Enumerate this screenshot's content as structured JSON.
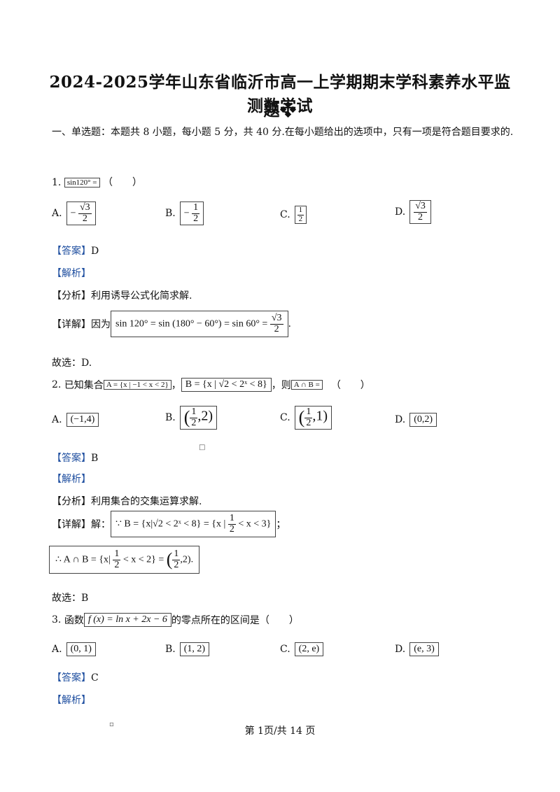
{
  "title": {
    "line1": "2024-2025学年山东省临沂市高一上学期期末学科素养水平监测数学试",
    "line2": "题❖"
  },
  "section": {
    "heading": "一、单选题：本题共 8 小题，每小题 5 分，共 40 分.在每小题给出的选项中，只有一项是符合题目要求的."
  },
  "q1": {
    "num": "1.",
    "expr": "sin120° =",
    "paren": "（　　）",
    "options": [
      {
        "label": "A.",
        "sign": "−",
        "num": "√3",
        "den": "2"
      },
      {
        "label": "B.",
        "sign": "−",
        "num": "1",
        "den": "2"
      },
      {
        "label": "C.",
        "sign": "",
        "num": "1",
        "den": "2"
      },
      {
        "label": "D.",
        "sign": "",
        "num": "√3",
        "den": "2"
      }
    ],
    "answer_tag": "【答案】",
    "answer": "D",
    "analysis_tag": "【解析】",
    "fenxi_tag": "【分析】",
    "fenxi": "利用诱导公式化简求解.",
    "detail_tag": "【详解】",
    "detail_prefix": "因为",
    "detail_expr": "sin 120° = sin (180° − 60°) = sin 60° =",
    "detail_num": "√3",
    "detail_den": "2",
    "detail_end": ".",
    "choose": "故选：D."
  },
  "q2": {
    "num": "2.",
    "text1": "已知集合",
    "setA": "A = {x | −1 < x < 2}",
    "comma": "，",
    "setB": "B = {x | √2 < 2ˣ < 8}",
    "text2": "，则",
    "expr": "A ∩ B =",
    "paren": "（　　）",
    "options": [
      {
        "label": "A.",
        "text": "(−1,4)"
      },
      {
        "label": "B.",
        "num": "1",
        "den": "2",
        "right": ",2)"
      },
      {
        "label": "C.",
        "num": "1",
        "den": "2",
        "right": ",1)"
      },
      {
        "label": "D.",
        "text": "(0,2)"
      }
    ],
    "answer_tag": "【答案】",
    "answer": "B",
    "analysis_tag": "【解析】",
    "fenxi_tag": "【分析】",
    "fenxi": "利用集合的交集运算求解.",
    "detail_tag": "【详解】",
    "detail_prefix": "解：",
    "detail_expr1": "∵ B = {x|√2 < 2ˣ < 8} = {x |",
    "detail_expr1_num": "1",
    "detail_expr1_den": "2",
    "detail_expr1_end": "< x < 3}",
    "detail_semicolon": "；",
    "detail_expr2": "∴ A ∩ B = {x|",
    "detail_expr2_num": "1",
    "detail_expr2_den": "2",
    "detail_expr2_mid": "< x < 2} =",
    "detail_expr2_end": ",2).",
    "choose": "故选：B"
  },
  "q3": {
    "num": "3.",
    "text1": "函数",
    "func": "f (x) = ln x + 2x − 6",
    "text2": "的零点所在的区间是（　　）",
    "options": [
      {
        "label": "A.",
        "text": "(0, 1)"
      },
      {
        "label": "B.",
        "text": "(1, 2)"
      },
      {
        "label": "C.",
        "text": "(2, e)"
      },
      {
        "label": "D.",
        "text": "(e, 3)"
      }
    ],
    "answer_tag": "【答案】",
    "answer": "C",
    "analysis_tag": "【解析】"
  },
  "footer": "第 1页/共 14 页"
}
